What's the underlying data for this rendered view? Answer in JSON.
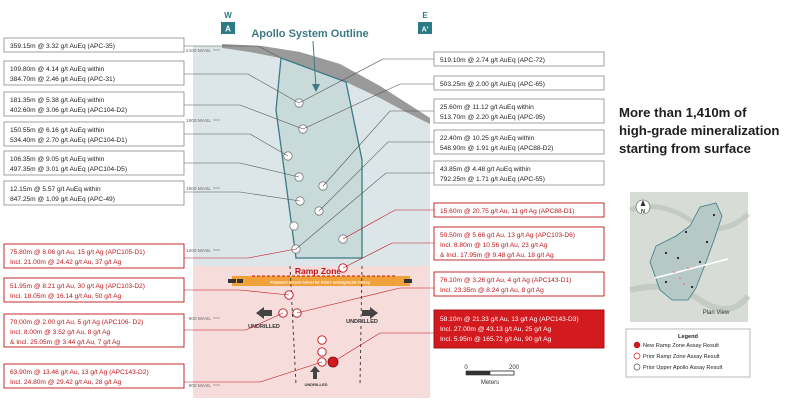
{
  "compass": {
    "west": "W",
    "east": "E",
    "west_marker": "A",
    "east_marker": "A'"
  },
  "title": "Apollo System Outline",
  "headline": [
    "More than 1,410m of",
    "high-grade mineralization",
    "starting from surface"
  ],
  "elevations": [
    "2100 MASL",
    "1800 MASL",
    "1500 MASL",
    "1200 MASL",
    "900 MASL",
    "600 MASL"
  ],
  "ramp": {
    "title": "Ramp Zone",
    "tunnel": "Proposed access tunnel for future underground mining"
  },
  "undrilled": {
    "left": "UNDRILLED",
    "right": "UNDRILLED",
    "bottom": "UNDRILLED"
  },
  "left_boxes": [
    {
      "lines": [
        "359.15m @ 3.32 g/t AuEq (APC-35)"
      ]
    },
    {
      "lines": [
        "109.80m @ 4.14 g/t AuEq within",
        "384.70m @ 2.46 g/t AuEq (APC-31)"
      ]
    },
    {
      "lines": [
        "181.35m @ 5.38 g/t AuEq within",
        "402.60m @ 3.06 g/t AuEq (APC104-D2)"
      ]
    },
    {
      "lines": [
        "150.55m @ 6.16 g/t AuEq within",
        "534.40m @ 2.70 g/t AuEq (APC104-D1)"
      ]
    },
    {
      "lines": [
        "106.35m @ 9.05 g/t AuEq within",
        "497.35m @ 3.01 g/t AuEq (APC104-D5)"
      ]
    },
    {
      "lines": [
        "12.15m @ 5.57 g/t AuEq within",
        "847.25m @ 1.09 g/t AuEq (APC-49)"
      ]
    },
    {
      "lines": [
        "75.80m @ 8.06 g/t Au, 15 g/t Ag (APC105-D1)",
        "Incl. 21.00m @ 24.42 g/t Au, 37 g/t Ag"
      ]
    },
    {
      "lines": [
        "51.95m @ 8.21 g/t Au, 30 g/t Ag (APC103-D2)",
        "Incl. 18.05m @ 16.14 g/t Au, 50 g/t Ag"
      ]
    },
    {
      "lines": [
        "70.00m @ 2.00 g/t Au, 5 g/t Ag (APC106- D2)",
        "Incl. 8.00m @ 3.52 g/t Au, 8 g/t Ag",
        "& Incl. 25.05m @ 3.44 g/t Au, 7 g/t Ag"
      ]
    },
    {
      "lines": [
        "63.90m @ 13.46 g/t Au, 13 g/t Ag (APC143-D2)",
        "Incl. 24.80m @ 29.42 g/t Au, 28 g/t Ag"
      ]
    }
  ],
  "right_boxes": [
    {
      "lines": [
        "519.10m @ 2.74 g/t AuEq (APC-72)"
      ]
    },
    {
      "lines": [
        "503.25m @ 2.00 g/t AuEq (APC-65)"
      ]
    },
    {
      "lines": [
        "25.60m @ 11.12 g/t AuEq within",
        "513.70m @ 2.20 g/t AuEq (APC-95)"
      ]
    },
    {
      "lines": [
        "22.40m @ 10.25 g/t AuEq within",
        "548.90m @ 1.91 g/t AuEq (APC88-D2)"
      ]
    },
    {
      "lines": [
        "43.85m @ 4.48 g/t AuEq within",
        "792.25m @ 1.71 g/t AuEq (APC-55)"
      ]
    },
    {
      "lines": [
        "15.60m @ 20.75 g/t Au, 11 g/t Ag (APC88-D1)"
      ]
    },
    {
      "lines": [
        "50.50m @ 5.66 g/t Au, 13 g/t Ag (APC103-D6)",
        "Incl. 8.80m @ 10.56 g/t Au, 23 g/t Ag",
        "& Incl. 17.95m @ 9.48 g/t Au, 18 g/t Ag"
      ]
    },
    {
      "lines": [
        "76.10m @ 3.26 g/t Au, 4 g/t Ag (APC143-D1)",
        "Incl. 23.35m @ 8.24 g/t Au, 8 g/t Ag"
      ]
    },
    {
      "lines": [
        "58.10m @ 21.33 g/t Au, 13 g/t Ag (APC143-D3)",
        "Incl. 27.00m @ 43.13 g/t Au, 25 g/t Ag",
        "Incl. 5.95m @ 165.72 g/t Au, 90 g/t Ag"
      ]
    }
  ],
  "scale": {
    "start": "0",
    "end": "200",
    "unit": "Meters"
  },
  "plan_view": {
    "label": "Plan View",
    "north": "N"
  },
  "legend": {
    "title": "Legend",
    "items": [
      {
        "label": "New Ramp Zone Assay Result",
        "color": "#d21a1f"
      },
      {
        "label": "Prior Ramp Zone Assay Result",
        "color": "#d21a1f"
      },
      {
        "label": "Prior Upper Apollo Assay Result",
        "color": "#555555"
      }
    ]
  },
  "colors": {
    "red": "#c0161c",
    "teal": "#3d7a85",
    "box_border": "#8a8a8a"
  }
}
